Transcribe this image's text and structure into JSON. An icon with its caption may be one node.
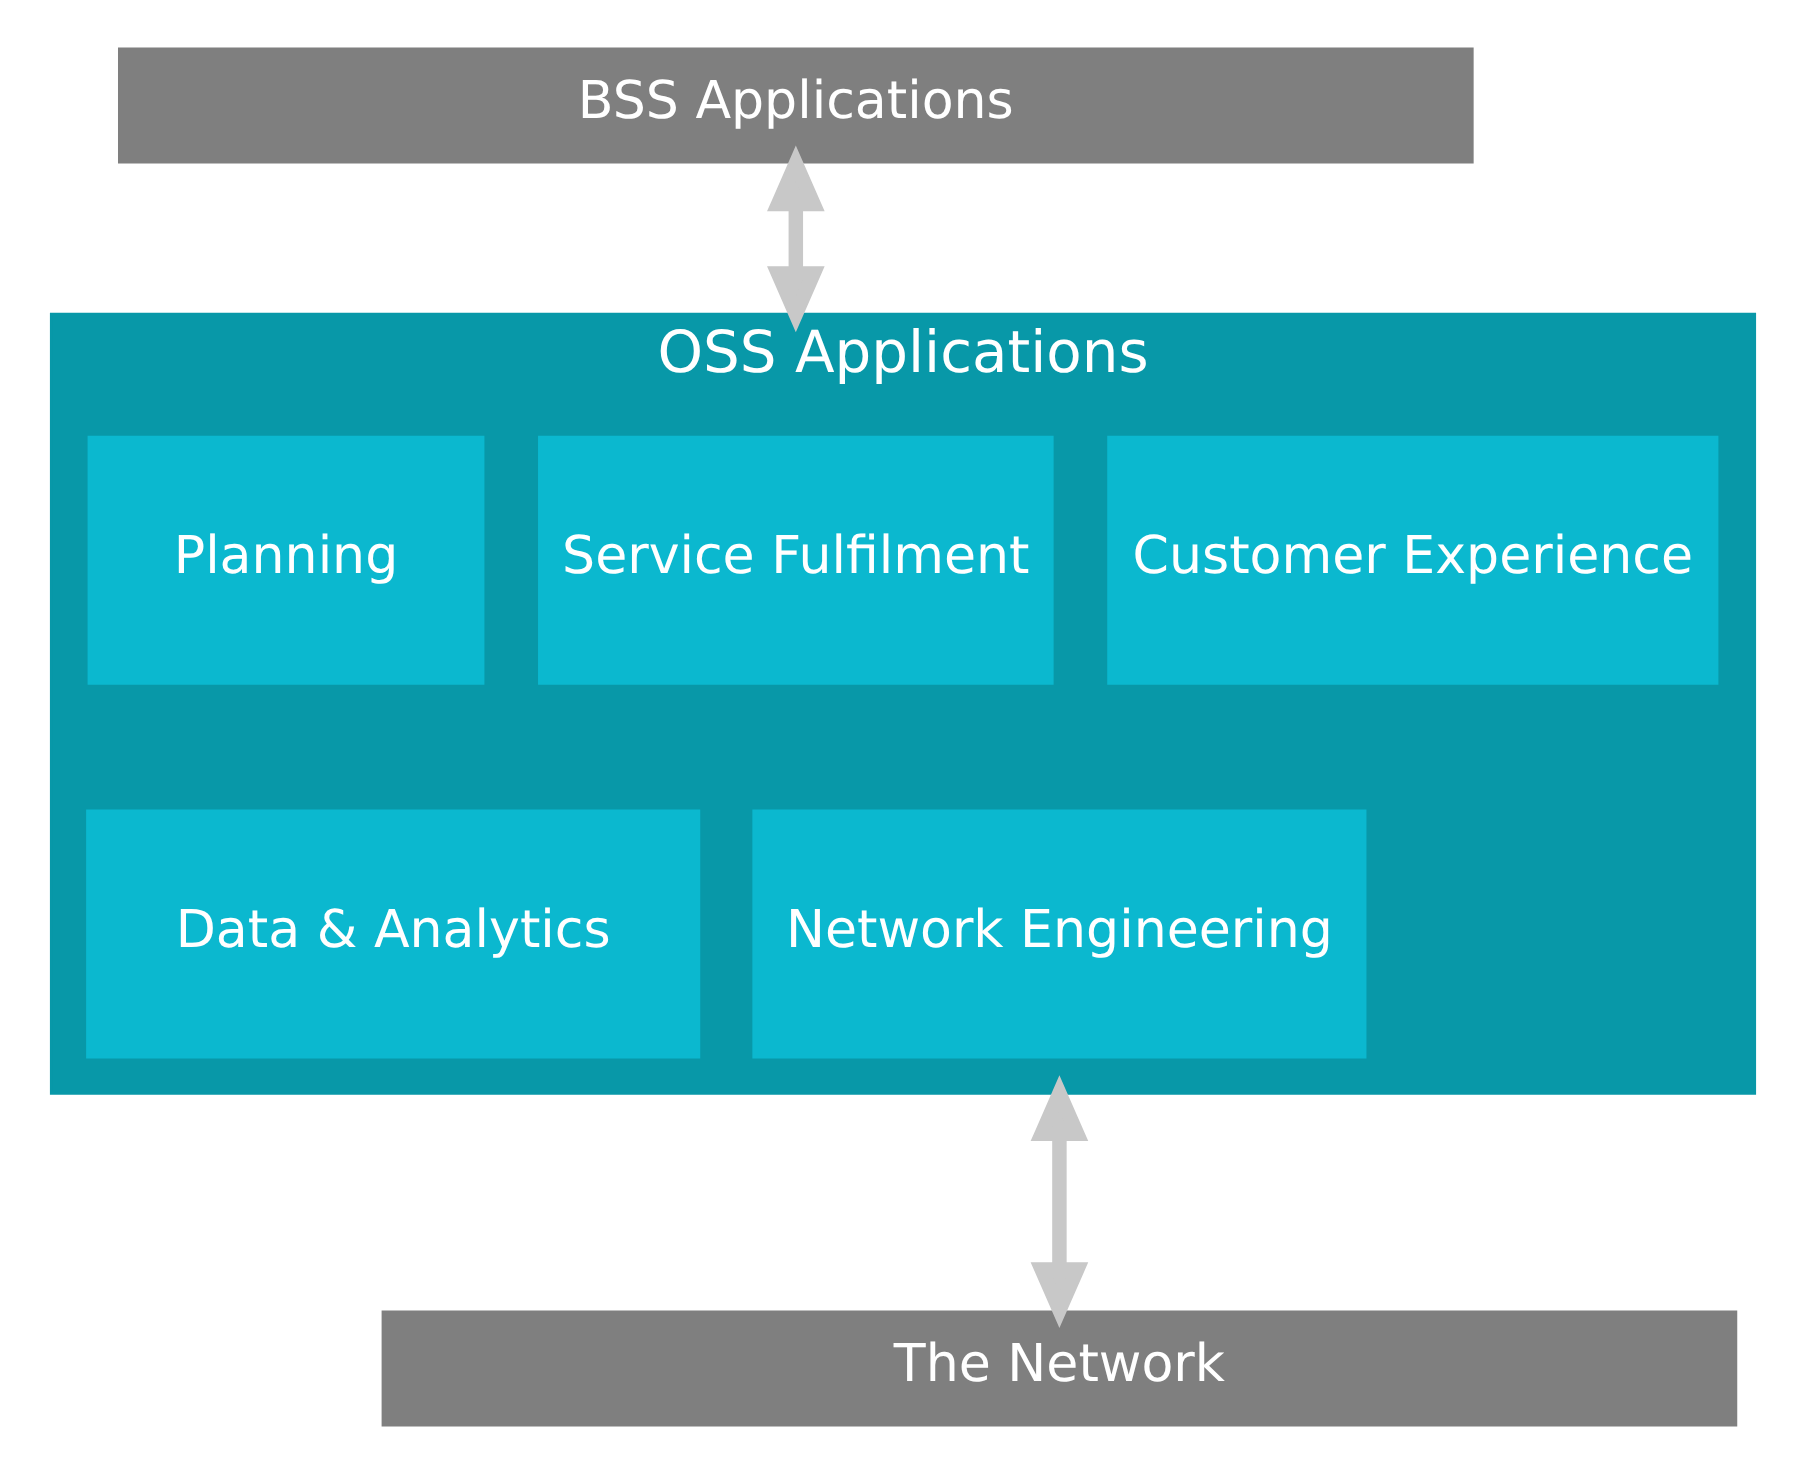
{
  "diagram": {
    "nodes": [
      {
        "text": [
          "BSS Applications"
        ]
      },
      {
        "text": [
          "OSS Applications"
        ]
      },
      {
        "text": [
          "Planning"
        ],
        "in": 1
      },
      {
        "text": [
          "Service Fulfilment"
        ],
        "in": 1
      },
      {
        "text": [
          "Customer Experience"
        ],
        "in": 1
      },
      {
        "text": [
          "Data & Analytics"
        ],
        "in": 1
      },
      {
        "text": [
          "Network Engineering"
        ],
        "in": 1
      },
      {
        "text": [
          "The Network"
        ]
      }
    ],
    "edges": [
      {
        "from": 0,
        "to": 1,
        "arrow": "both"
      },
      {
        "from": 1,
        "to": 7,
        "arrow": "both"
      }
    ]
  }
}
